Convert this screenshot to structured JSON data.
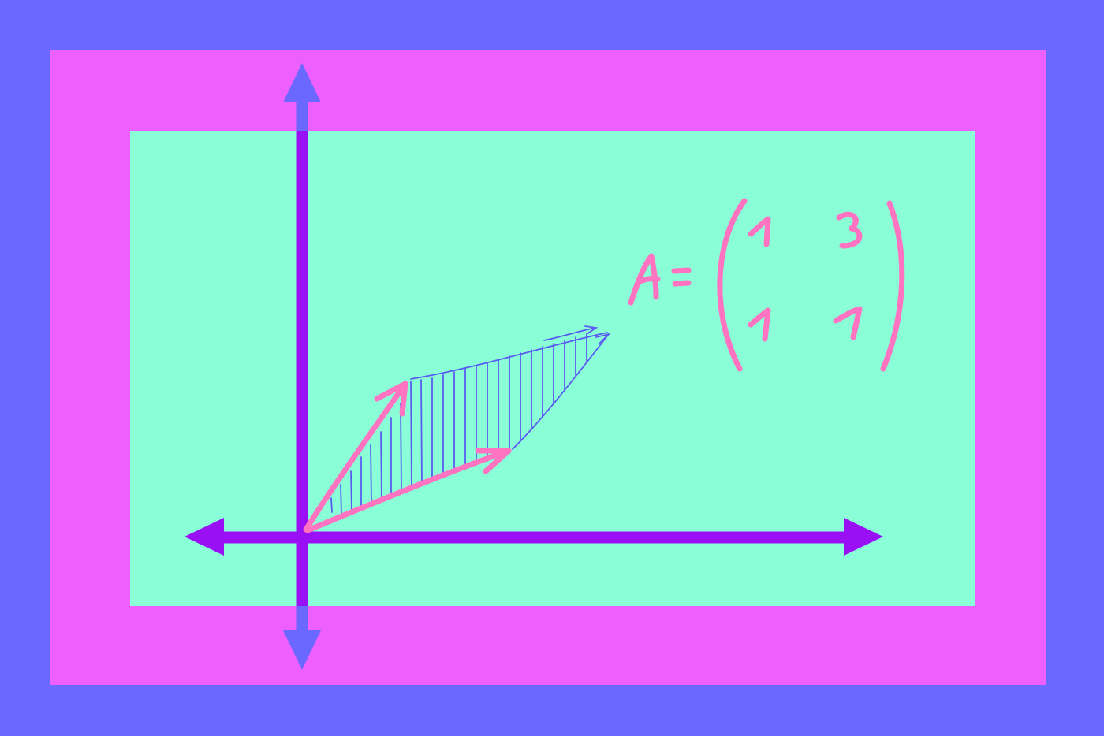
{
  "colors": {
    "outer_frame": "#6a68ff",
    "middle_frame": "#ed60fe",
    "inner_panel": "#8afed7",
    "axis_purple": "#9910f5",
    "axis_tip_blue": "#6a68ff",
    "vector_pink": "#ff73c0",
    "sketch_blue": "#5a5cf0"
  },
  "icons": {
    "vertical_axis": "double-headed-arrow-vertical",
    "horizontal_axis": "double-headed-arrow-horizontal",
    "vectors": "arrow"
  },
  "equation": {
    "lhs": "A",
    "equals": "=",
    "matrix": [
      [
        "1",
        "3"
      ],
      [
        "1",
        "1"
      ]
    ]
  }
}
